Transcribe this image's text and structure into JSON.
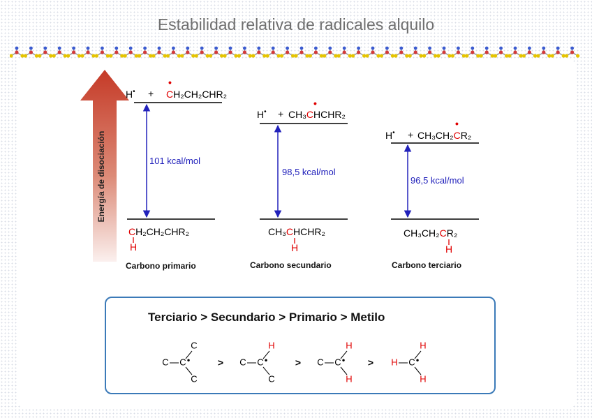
{
  "title": "Estabilidad relativa de radicales alquilo",
  "axis_label": "Energía de disociación",
  "columns": [
    {
      "top_h": "H",
      "top_plus": "+",
      "top_formula_red": "C",
      "top_formula_rest": "H₂CH₂CHR₂",
      "energy": "101 kcal/mol",
      "bottom_red": "C",
      "bottom_rest": "H₂CH₂CHR₂",
      "bottom_h": "H",
      "name": "Carbono primario"
    },
    {
      "top_h": "H",
      "top_plus": "+",
      "top_formula_pre": "CH₃",
      "top_formula_red": "C",
      "top_formula_rest": "HCHR₂",
      "energy": "98,5 kcal/mol",
      "bottom_pre": "CH₃",
      "bottom_red": "C",
      "bottom_rest": "HCHR₂",
      "bottom_h": "H",
      "name": "Carbono secundario"
    },
    {
      "top_h": "H",
      "top_plus": "+",
      "top_formula_pre": "CH₃CH₂",
      "top_formula_red": "C",
      "top_formula_rest": "R₂",
      "energy": "96,5 kcal/mol",
      "bottom_pre": "CH₃CH₂",
      "bottom_red": "C",
      "bottom_rest": "R₂",
      "bottom_h": "H",
      "name": "Carbono terciario"
    }
  ],
  "order_text": "Terciario > Secundario > Primario > Metilo",
  "structures": [
    {
      "center": "C",
      "left": "C",
      "top": "C",
      "bottom": "C"
    },
    {
      "center": "C",
      "left": "C",
      "top": "H",
      "bottom": "C"
    },
    {
      "center": "C",
      "left": "C",
      "top": "H",
      "bottom": "H"
    },
    {
      "center": "C",
      "left": "H",
      "top": "H",
      "bottom": "H"
    }
  ],
  "gt": ">",
  "colors": {
    "red": "#e00000",
    "blue": "#2222bb",
    "box_border": "#3b7ab8",
    "arrow": "#c8402c"
  }
}
